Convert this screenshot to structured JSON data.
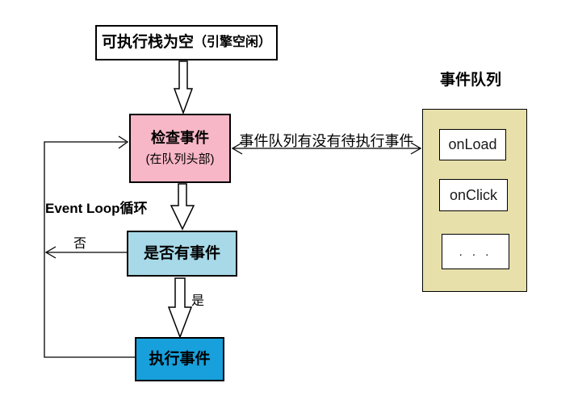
{
  "diagram": {
    "nodes": {
      "stack_empty": {
        "label": "可执行栈为空",
        "sublabel": "（引擎空闲）",
        "fill": "#FFFFFF"
      },
      "check_event": {
        "label": "检查事件",
        "sublabel": "(在队列头部)",
        "fill": "#F8B7C6"
      },
      "has_event": {
        "label": "是否有事件",
        "fill": "#A8D9E8"
      },
      "execute_event": {
        "label": "执行事件",
        "fill": "#17A0DC"
      }
    },
    "queue": {
      "title": "事件队列",
      "fill": "#E7E0AB",
      "items": [
        "onLoad",
        "onClick",
        ". . ."
      ]
    },
    "labels": {
      "query": "事件队列有没有待执行事件",
      "loop": "Event Loop循环",
      "no": "否",
      "yes": "是"
    },
    "line_color": "#000000"
  }
}
